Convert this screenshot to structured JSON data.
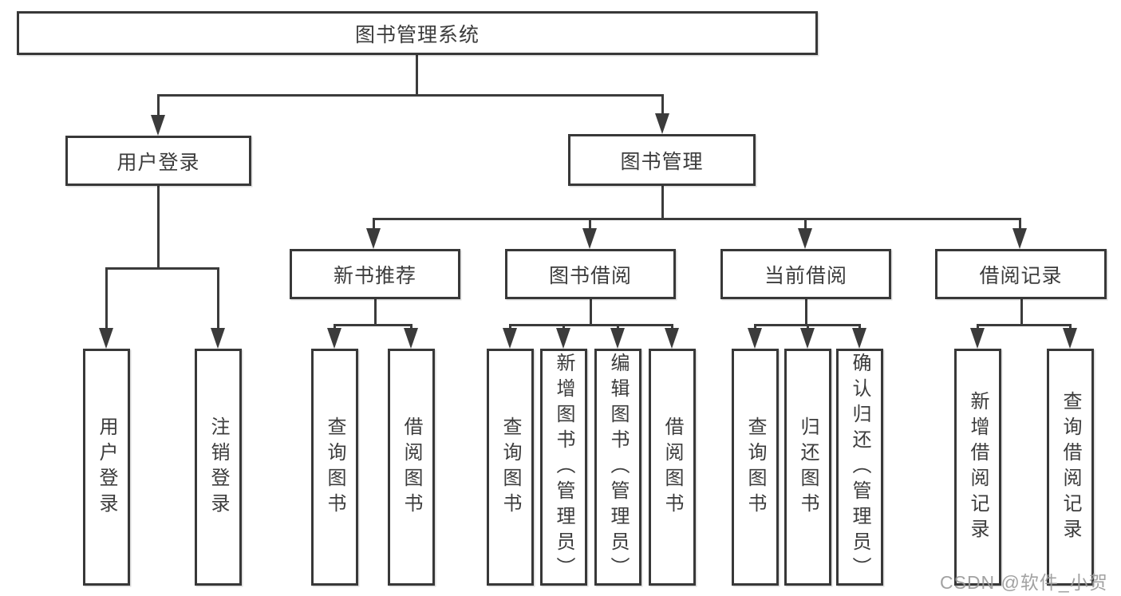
{
  "diagram": {
    "root": "图书管理系统",
    "level2": {
      "user_login": "用户登录",
      "book_management": "图书管理"
    },
    "level3": {
      "new_books": "新书推荐",
      "book_borrowing": "图书借阅",
      "current_borrowing": "当前借阅",
      "borrowing_records": "借阅记录"
    },
    "leaves": {
      "user_login": [
        "用户登录",
        "注销登录"
      ],
      "new_books": [
        "查询图书",
        "借阅图书"
      ],
      "book_borrowing": [
        "查询图书",
        "新增图书（管理员）",
        "编辑图书（管理员）",
        "借阅图书"
      ],
      "current_borrowing": [
        "查询图书",
        "归还图书",
        "确认归还（管理员）"
      ],
      "borrowing_records": [
        "新增借阅记录",
        "查询借阅记录"
      ]
    }
  },
  "watermark": "CSDN @软件_小贺同学",
  "colors": {
    "line": "#3b3b3b",
    "box_border": "#383838",
    "text": "#3c3c3c",
    "watermark": "#9a9a9a",
    "background": "#ffffff"
  }
}
